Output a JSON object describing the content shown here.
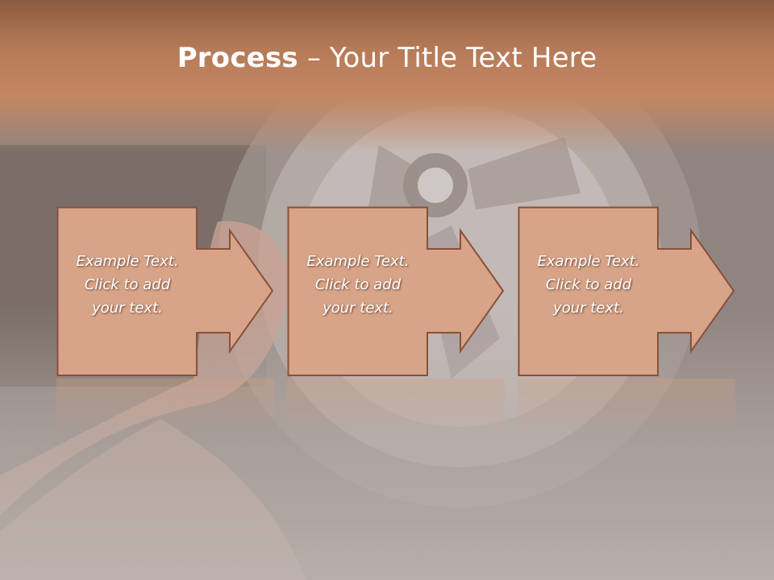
{
  "slide": {
    "title_bold": "Process",
    "title_rest": " – Your Title Text Here",
    "steps": [
      {
        "line1": "Example Text.",
        "line2": "Click  to add",
        "line3": "your text."
      },
      {
        "line1": "Example Text.",
        "line2": "Click  to add",
        "line3": "your text."
      },
      {
        "line1": "Example Text.",
        "line2": "Click  to add",
        "line3": "your text."
      }
    ]
  },
  "colors": {
    "box_fill": "#d7a487",
    "box_border": "#8a4f3b",
    "title_band": "#c48763",
    "title_text": "#ffffff"
  },
  "background": {
    "image": "photo of a hand tightening a car wheel rim (alloy wheel)"
  }
}
